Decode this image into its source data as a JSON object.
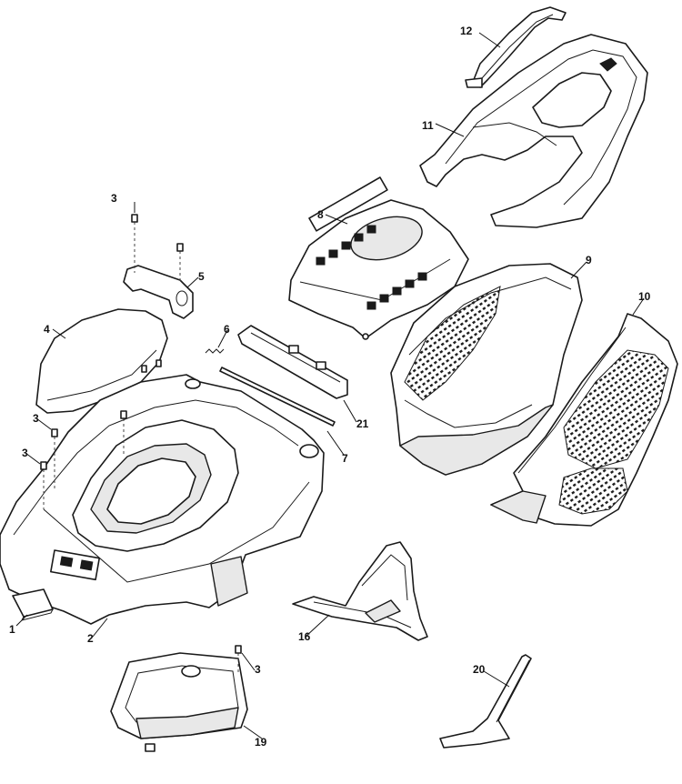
{
  "callouts": {
    "c1": "1",
    "c2": "2",
    "c3a": "3",
    "c3b": "3",
    "c3c": "3",
    "c3d": "3",
    "c4": "4",
    "c5": "5",
    "c6": "6",
    "c7": "7",
    "c8": "8",
    "c9": "9",
    "c10": "10",
    "c11": "11",
    "c12": "12",
    "c16": "16",
    "c19": "19",
    "c20": "20",
    "c21": "21"
  }
}
